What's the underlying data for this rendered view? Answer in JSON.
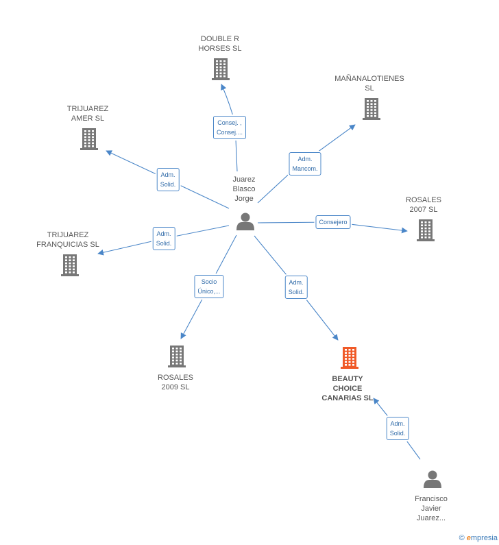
{
  "colors": {
    "edge": "#4a86c8",
    "node": "#777777",
    "highlight": "#f05a28",
    "label_border": "#4a86c8"
  },
  "nodes": [
    {
      "id": "juarez",
      "kind": "person",
      "label": "Juarez\nBlasco\nJorge"
    },
    {
      "id": "doubler",
      "kind": "company",
      "label": "DOUBLE R\nHORSES  SL"
    },
    {
      "id": "manana",
      "kind": "company",
      "label": "MAÑANALOTIENES\nSL"
    },
    {
      "id": "trijamer",
      "kind": "company",
      "label": "TRIJUAREZ\nAMER SL"
    },
    {
      "id": "rosales2007",
      "kind": "company",
      "label": "ROSALES\n2007 SL"
    },
    {
      "id": "trijfranq",
      "kind": "company",
      "label": "TRIJUAREZ\nFRANQUICIAS SL"
    },
    {
      "id": "rosales2009",
      "kind": "company",
      "label": "ROSALES\n2009  SL"
    },
    {
      "id": "beauty",
      "kind": "company-main",
      "label": "BEAUTY\nCHOICE\nCANARIAS SL"
    },
    {
      "id": "francisco",
      "kind": "person",
      "label": "Francisco\nJavier\nJuarez..."
    }
  ],
  "edges": [
    {
      "from": "juarez",
      "to": "doubler",
      "label": "Consej. ,\nConsej...."
    },
    {
      "from": "juarez",
      "to": "manana",
      "label": "Adm.\nMancom."
    },
    {
      "from": "juarez",
      "to": "trijamer",
      "label": "Adm.\nSolid."
    },
    {
      "from": "juarez",
      "to": "rosales2007",
      "label": "Consejero"
    },
    {
      "from": "juarez",
      "to": "trijfranq",
      "label": "Adm.\nSolid."
    },
    {
      "from": "juarez",
      "to": "rosales2009",
      "label": "Socio\nÚnico,..."
    },
    {
      "from": "juarez",
      "to": "beauty",
      "label": "Adm.\nSolid."
    },
    {
      "from": "francisco",
      "to": "beauty",
      "label": "Adm.\nSolid."
    }
  ],
  "footer": {
    "copyright": "©",
    "brand_e": "e",
    "brand_rest": "mpresia"
  }
}
